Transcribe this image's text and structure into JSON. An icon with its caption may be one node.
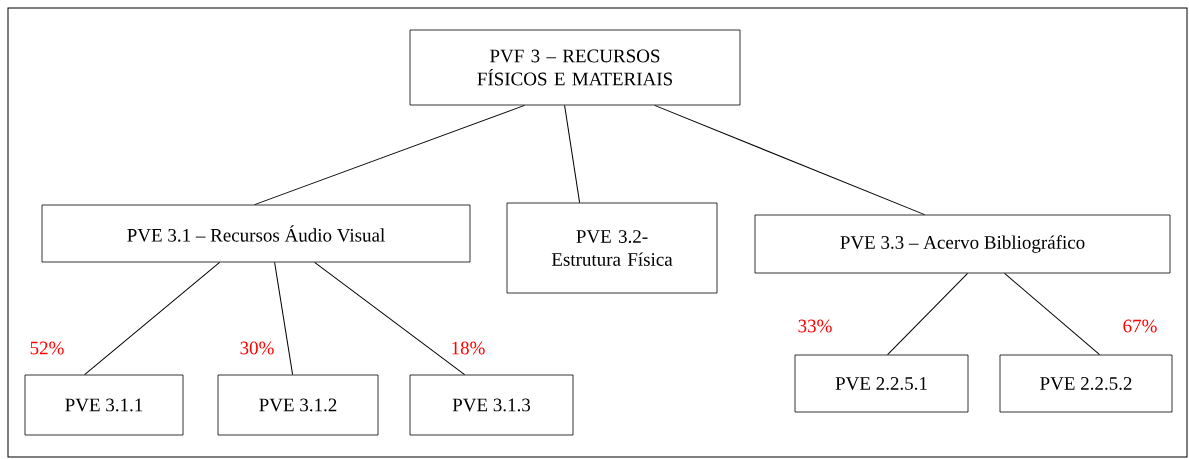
{
  "diagram": {
    "nodes": [
      {
        "text": [
          "PVF 3 – RECURSOS FÍSICOS E MATERIAIS"
        ]
      },
      {
        "text": [
          "PVE 3.1 – Recursos Áudio Visual"
        ]
      },
      {
        "text": [
          "PVE 3.2- Estrutura Física"
        ]
      },
      {
        "text": [
          "PVE 3.3 – Acervo Bibliográfico"
        ]
      },
      {
        "text": [
          "PVE 3.1.1"
        ],
        "beside": [
          "52%"
        ]
      },
      {
        "text": [
          "PVE 3.1.2"
        ],
        "beside": [
          "30%"
        ]
      },
      {
        "text": [
          "PVE 3.1.3"
        ],
        "beside": [
          "18%"
        ]
      },
      {
        "text": [
          "PVE 2.2.5.1"
        ],
        "beside": [
          "33%"
        ]
      },
      {
        "text": [
          "PVE 2.2.5.2"
        ],
        "beside": [
          "67%"
        ]
      }
    ],
    "edges": [
      {
        "from": 0,
        "to": 1,
        "arrow": "none"
      },
      {
        "from": 0,
        "to": 2,
        "arrow": "none"
      },
      {
        "from": 0,
        "to": 3,
        "arrow": "none"
      },
      {
        "from": 1,
        "to": 4,
        "arrow": "none"
      },
      {
        "from": 1,
        "to": 5,
        "arrow": "none"
      },
      {
        "from": 1,
        "to": 6,
        "arrow": "none"
      },
      {
        "from": 3,
        "to": 7,
        "arrow": "none"
      },
      {
        "from": 3,
        "to": 8,
        "arrow": "none"
      }
    ]
  }
}
